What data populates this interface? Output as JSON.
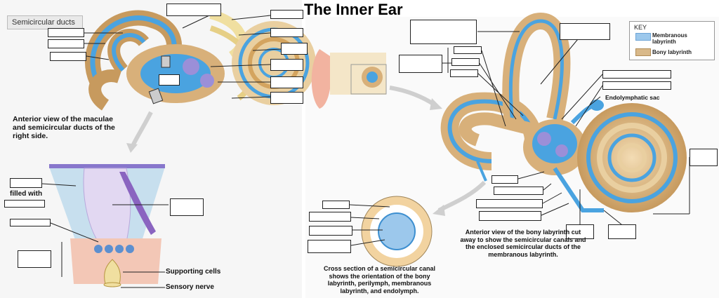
{
  "title": "The Inner Ear",
  "left_panel": {
    "tag": "Semicircular ducts",
    "caption": "Anterior view of the maculae and semicircular ducts of the right side.",
    "labels": {
      "filled_with": "filled with",
      "supporting_cells": "Supporting cells",
      "sensory_nerve": "Sensory nerve"
    }
  },
  "right_panel": {
    "endolymphatic_sac": "Endolymphatic sac",
    "caption_main": "Anterior view of the bony labyrinth cut away to show the semicircular canals and the enclosed semicircular ducts of the membranous labyrinth.",
    "caption_cross": "Cross section of a semicircular canal shows the orientation of the bony labyrinth, perilymph, membranous labyrinth, and endolymph."
  },
  "key": {
    "title": "KEY",
    "items": [
      {
        "label": "Membranous labyrinth",
        "color": "#9cc8ec"
      },
      {
        "label": "Bony labyrinth",
        "color": "#d9b98a"
      }
    ]
  },
  "colors": {
    "membranous": "#4aa3e0",
    "bony": "#d8b07a",
    "nerve": "#f0dfa0",
    "gel": "#c7dfee"
  }
}
